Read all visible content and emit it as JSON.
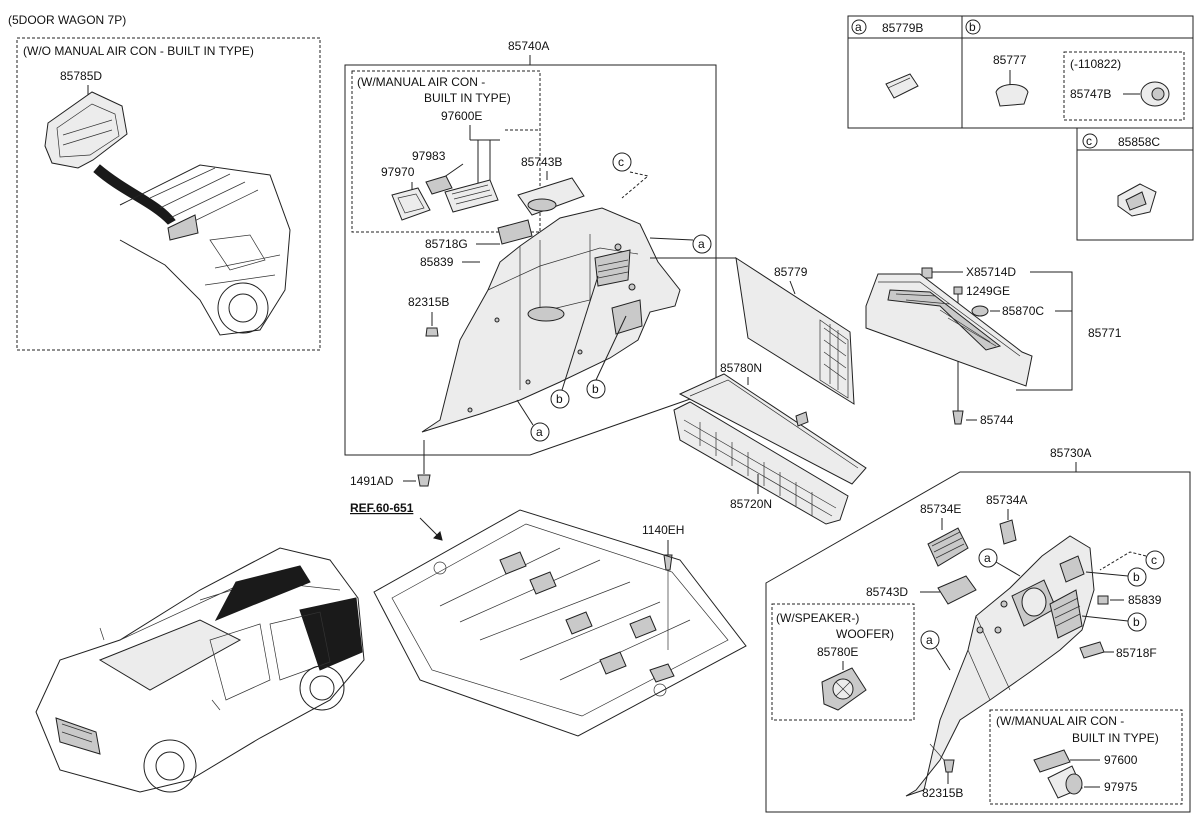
{
  "diagram": {
    "title": "(5DOOR WAGON 7P)",
    "ref": "REF.60-651",
    "groups": {
      "wo_manual_air": "(W/O MANUAL AIR CON - BUILT IN TYPE)",
      "w_manual_air_1": "(W/MANUAL AIR CON -",
      "w_manual_air_2": "BUILT IN TYPE)",
      "w_speaker_1": "(W/SPEAKER-)",
      "w_speaker_2": "WOOFER)",
      "w_manual_air_r1": "(W/MANUAL AIR CON -",
      "w_manual_air_r2": "BUILT IN TYPE)",
      "date_range": "(-110822)"
    },
    "legend": {
      "a_code": "a",
      "a_part": "85779B",
      "b_code": "b",
      "b_part1": "85777",
      "b_part2": "85747B",
      "c_code": "c",
      "c_part": "85858C"
    },
    "callouts": {
      "p85785D": "85785D",
      "p85740A": "85740A",
      "p97600E": "97600E",
      "p97983": "97983",
      "p97970": "97970",
      "p85743B": "85743B",
      "p85718G": "85718G",
      "p85839": "85839",
      "p82315B": "82315B",
      "p1491AD": "1491AD",
      "p85779": "85779",
      "pX85714D": "X85714D",
      "p1249GE": "1249GE",
      "p85870C": "85870C",
      "p85771": "85771",
      "p85744": "85744",
      "p85780N": "85780N",
      "p85720N": "85720N",
      "p1140EH": "1140EH",
      "p85730A": "85730A",
      "p85734E": "85734E",
      "p85734A": "85734A",
      "p85743D": "85743D",
      "p85839b": "85839",
      "p85718F": "85718F",
      "p85780E": "85780E",
      "p97600": "97600",
      "p97975": "97975",
      "p82315Bb": "82315B"
    },
    "markers": {
      "a": "a",
      "b": "b",
      "c": "c"
    }
  }
}
